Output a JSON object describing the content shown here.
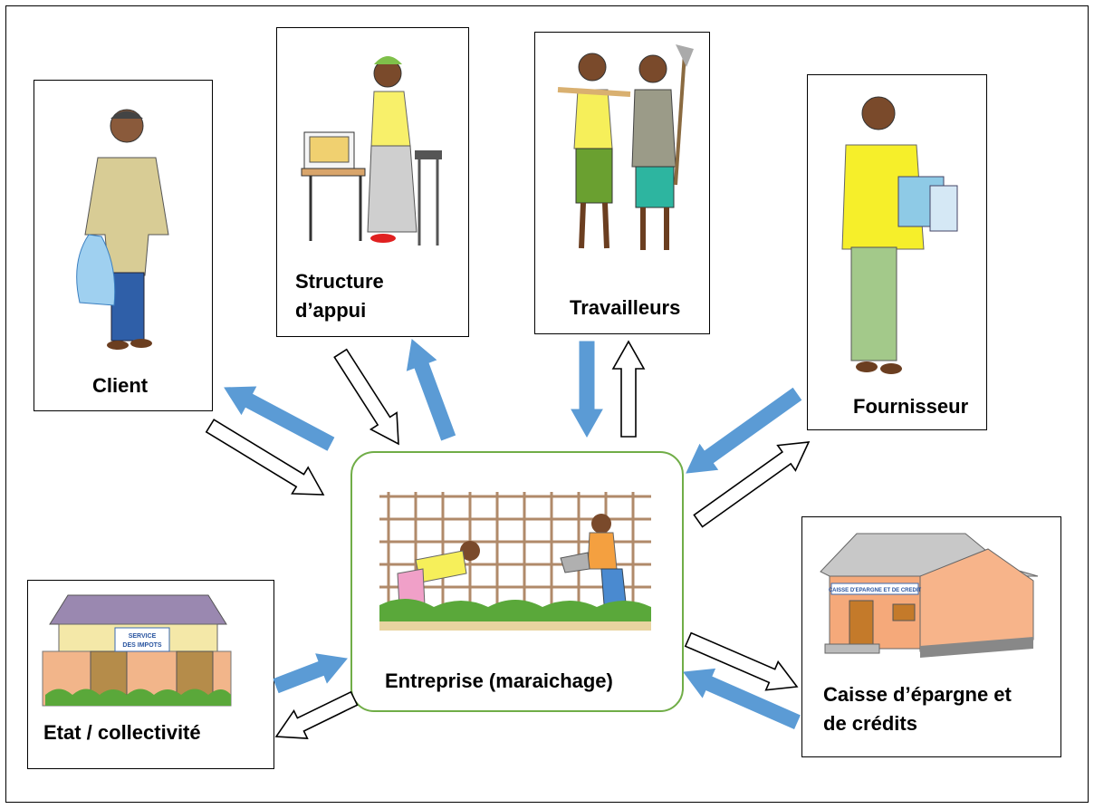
{
  "center": {
    "label": "Entreprise (maraichage)"
  },
  "actors": {
    "client": {
      "label": "Client"
    },
    "structure": {
      "line1": "Structure",
      "line2": "d’appui"
    },
    "travailleurs": {
      "label": "Travailleurs"
    },
    "fournisseur": {
      "label": "Fournisseur"
    },
    "etat": {
      "label": "Etat / collectivité",
      "sign_line1": "SERVICE",
      "sign_line2": "DES IMPOTS"
    },
    "caisse": {
      "line1": "Caisse d’épargne et",
      "line2": "de crédits",
      "sign": "CAISSE D'EPARGNE ET DE CREDIT"
    }
  },
  "colors": {
    "flow_blue": "#5b9bd5",
    "flow_outline": "#000000",
    "center_border": "#70ad47"
  }
}
